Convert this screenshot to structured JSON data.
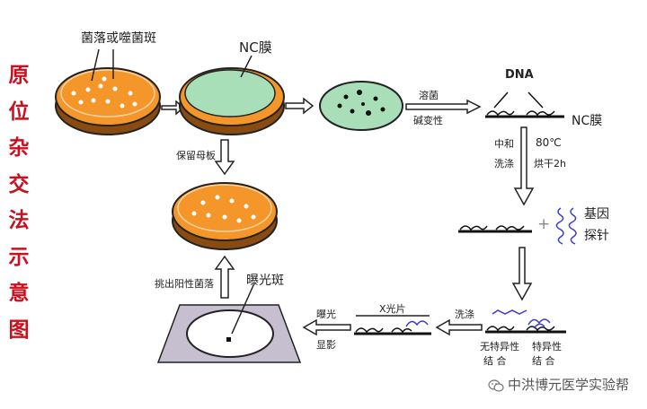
{
  "title_chars": [
    "原",
    "位",
    "杂",
    "交",
    "法",
    "示",
    "意",
    "图"
  ],
  "labels": {
    "colonies": "菌落或噬菌斑",
    "nc_membrane": "NC膜",
    "keep_master": "保留母板",
    "lysis": "溶菌",
    "alkali_denature": "碱变性",
    "dna": "DNA",
    "nc_membrane_right": "NC膜",
    "neutralize": "中和",
    "wash": "洗涤",
    "temp": "80℃",
    "bake": "烘干2h",
    "gene": "基因",
    "probe": "探针",
    "plus": "+",
    "wash2": "洗涤",
    "nonspecific": "无特异性",
    "nonspecific2": "结  合",
    "specific": "特异性",
    "specific2": "结  合",
    "xray": "X光片",
    "exposure": "曝光",
    "develop": "显影",
    "exposure_spot": "曝光斑",
    "pick_positive": "挑出阳性菌落"
  },
  "watermark": "中洪博元医学实验帮",
  "colors": {
    "title_red": "#c8101e",
    "agar_orange": "#f5962a",
    "membrane_green": "#a9dfb8",
    "dish_rim": "#222222",
    "probe_blue": "#3a3ad0",
    "film_gray": "#c5bfcf"
  }
}
